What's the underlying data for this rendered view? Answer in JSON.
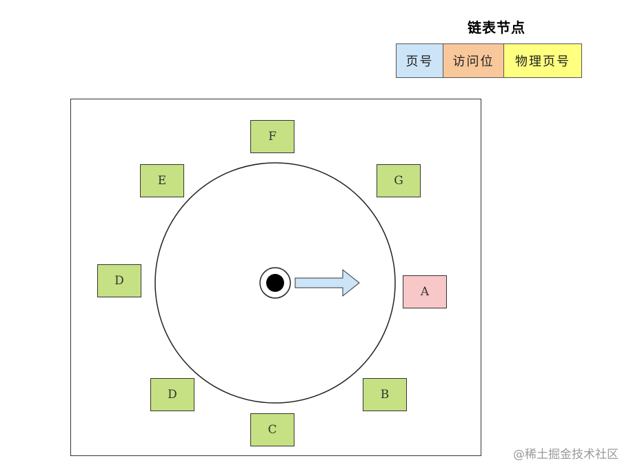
{
  "legend": {
    "title": "链表节点",
    "cells": [
      {
        "label": "页号",
        "color": "#cce4f7"
      },
      {
        "label": "访问位",
        "color": "#f8c89b"
      },
      {
        "label": "物理页号",
        "color": "#ffff80"
      }
    ]
  },
  "pages": [
    {
      "label": "F",
      "color": "#c6e183"
    },
    {
      "label": "G",
      "color": "#c6e183"
    },
    {
      "label": "A",
      "color": "#f8c7c7"
    },
    {
      "label": "B",
      "color": "#c6e183"
    },
    {
      "label": "C",
      "color": "#c6e183"
    },
    {
      "label": "D",
      "color": "#c6e183"
    },
    {
      "label": "D",
      "color": "#c6e183"
    },
    {
      "label": "E",
      "color": "#c6e183"
    }
  ],
  "clock": {
    "pointer_color": "#cce4f7"
  },
  "watermark": "@稀土掘金技术社区"
}
